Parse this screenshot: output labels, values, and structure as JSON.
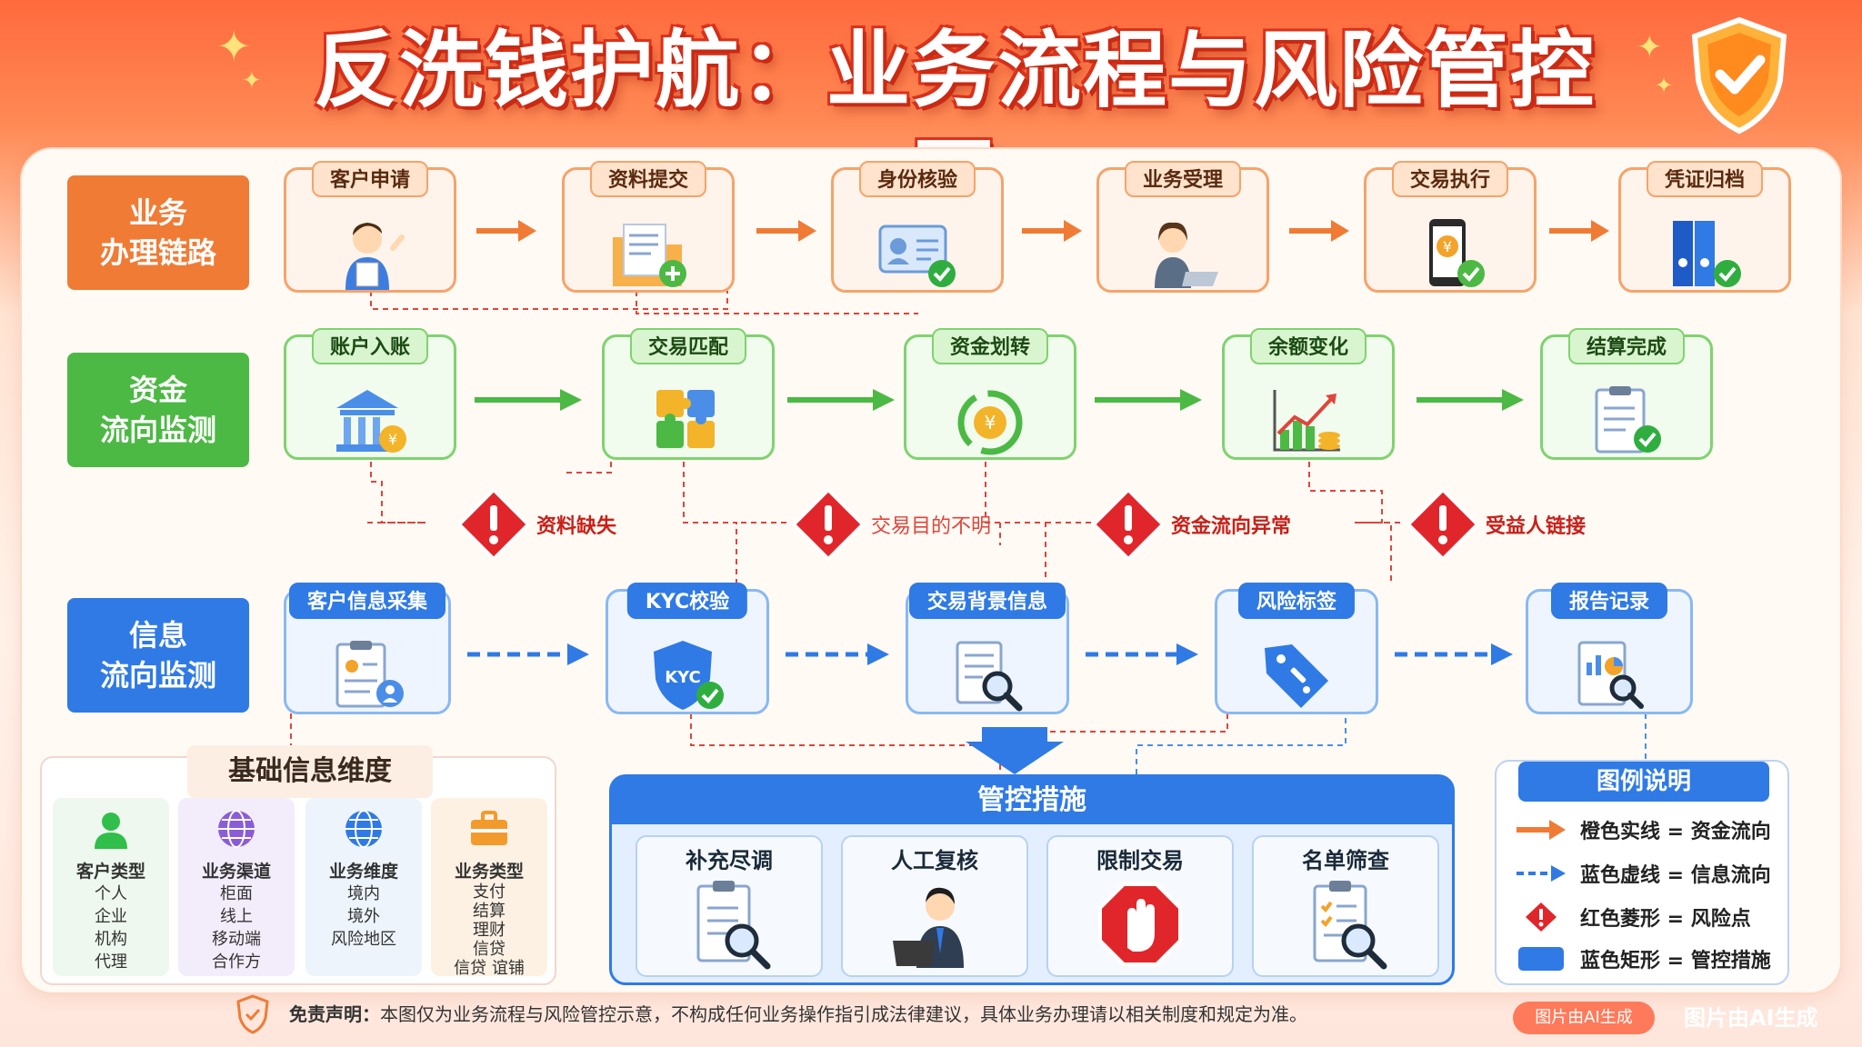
{
  "title": "反洗钱护航：业务流程与风险管控图",
  "lanes": {
    "business": {
      "line1": "业务",
      "line2": "办理链路",
      "color": "#f07b35",
      "nodes": [
        "客户申请",
        "资料提交",
        "身份核验",
        "业务受理",
        "交易执行",
        "凭证归档"
      ]
    },
    "fund": {
      "line1": "资金",
      "line2": "流向监测",
      "color": "#4cb944",
      "nodes": [
        "账户入账",
        "交易匹配",
        "资金划转",
        "余额变化",
        "结算完成"
      ]
    },
    "info": {
      "line1": "信息",
      "line2": "流向监测",
      "color": "#2f7ae5",
      "nodes": [
        "客户信息采集",
        "KYC校验",
        "交易背景信息",
        "风险标签",
        "报告记录"
      ]
    }
  },
  "kyc_text": "KYC",
  "yen": "¥",
  "risks": [
    "资料缺失",
    "交易目的不明",
    "资金流向异常",
    "受益人链接"
  ],
  "basic": {
    "title": "基础信息维度",
    "dims": [
      {
        "name": "客户类型",
        "items": [
          "个人",
          "企业",
          "机构",
          "代理"
        ],
        "color": "#2fbf4a",
        "icon": "user-icon"
      },
      {
        "name": "业务渠道",
        "items": [
          "柜面",
          "线上",
          "移动端",
          "合作方"
        ],
        "color": "#8a5cd6",
        "icon": "globe-icon"
      },
      {
        "name": "业务维度",
        "items": [
          "境内",
          "境外",
          "风险地区"
        ],
        "color": "#2f7ae5",
        "icon": "globe-icon"
      },
      {
        "name": "业务类型",
        "items": [
          "支付",
          "结算",
          "理财",
          "信贷",
          "信贷 谊铺"
        ],
        "color": "#f39a2c",
        "icon": "briefcase-icon"
      }
    ]
  },
  "controls": {
    "title": "管控措施",
    "items": [
      "补充尽调",
      "人工复核",
      "限制交易",
      "名单筛查"
    ]
  },
  "legend": {
    "title": "图例说明",
    "rows": [
      "橙色实线 = 资金流向",
      "蓝色虚线 = 信息流向",
      "红色菱形 = 风险点",
      "蓝色矩形 = 管控措施"
    ]
  },
  "footer": {
    "label": "免责声明：",
    "text": "本图仅为业务流程与风险管控示意，不构成任何业务操作指引成法律建议，具体业务办理请以相关制度和规定为准。",
    "badge": "图片由AI生成",
    "watermark": "图片由AI生成"
  }
}
